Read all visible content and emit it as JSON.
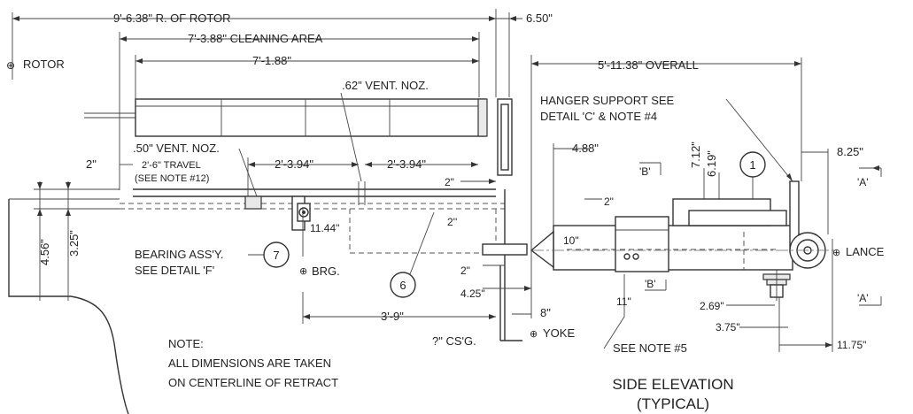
{
  "dimensions": {
    "rotor_distance": "9'-6.38\" R. OF ROTOR",
    "cleaning_area": "7'-3.88\" CLEANING AREA",
    "length_188": "7'-1.88\"",
    "offset_650": "6.50\"",
    "overall": "5'-11.38\" OVERALL",
    "vent_noz_62": ".62\" VENT. NOZ.",
    "vent_noz_50": ".50\" VENT. NOZ.",
    "two_a": "2\"",
    "travel": "2'-6\" TRAVEL",
    "see_note_12": "(SEE NOTE #12)",
    "span_394_a": "2'-3.94\"",
    "span_394_b": "2'-3.94\"",
    "two_b": "2\"",
    "two_c": "2\"",
    "two_d": "2''",
    "two_e": "2\"",
    "h_456": "4.56\"",
    "h_325": "3.25\"",
    "h_1144": "11.44\"",
    "d_425": "4.25\"",
    "d_39": "3'-9\"",
    "d_8": "8\"",
    "csg": "?\" CS'G.",
    "d_488": "4.88\"",
    "d_10": "10\"",
    "d_712": "7.12\"",
    "d_619": "6.19\"",
    "d_825": "8.25\"",
    "d_11": "11\"",
    "d_269": "2.69\"",
    "d_375": "3.75\"",
    "d_1175": "11.75\""
  },
  "labels": {
    "rotor": "ROTOR",
    "lance": "LANCE",
    "yoke": "YOKE",
    "brg": "BRG.",
    "bearing_line1": "BEARING ASS'Y.",
    "bearing_line2": "SEE DETAIL 'F'",
    "hanger_line1": "HANGER SUPPORT SEE",
    "hanger_line2": "DETAIL 'C' & NOTE #4",
    "see_note_5": "SEE NOTE #5",
    "section_a_top": "'A'",
    "section_a_bottom": "'A'",
    "section_b_top": "'B'",
    "section_b_bottom": "'B'"
  },
  "callouts": {
    "one": "1",
    "six": "6",
    "seven": "7"
  },
  "note": {
    "heading": "NOTE:",
    "line1": "ALL DIMENSIONS ARE TAKEN",
    "line2": "ON CENTERLINE OF RETRACT"
  },
  "title": {
    "line1": "SIDE ELEVATION",
    "line2": "(TYPICAL)"
  }
}
